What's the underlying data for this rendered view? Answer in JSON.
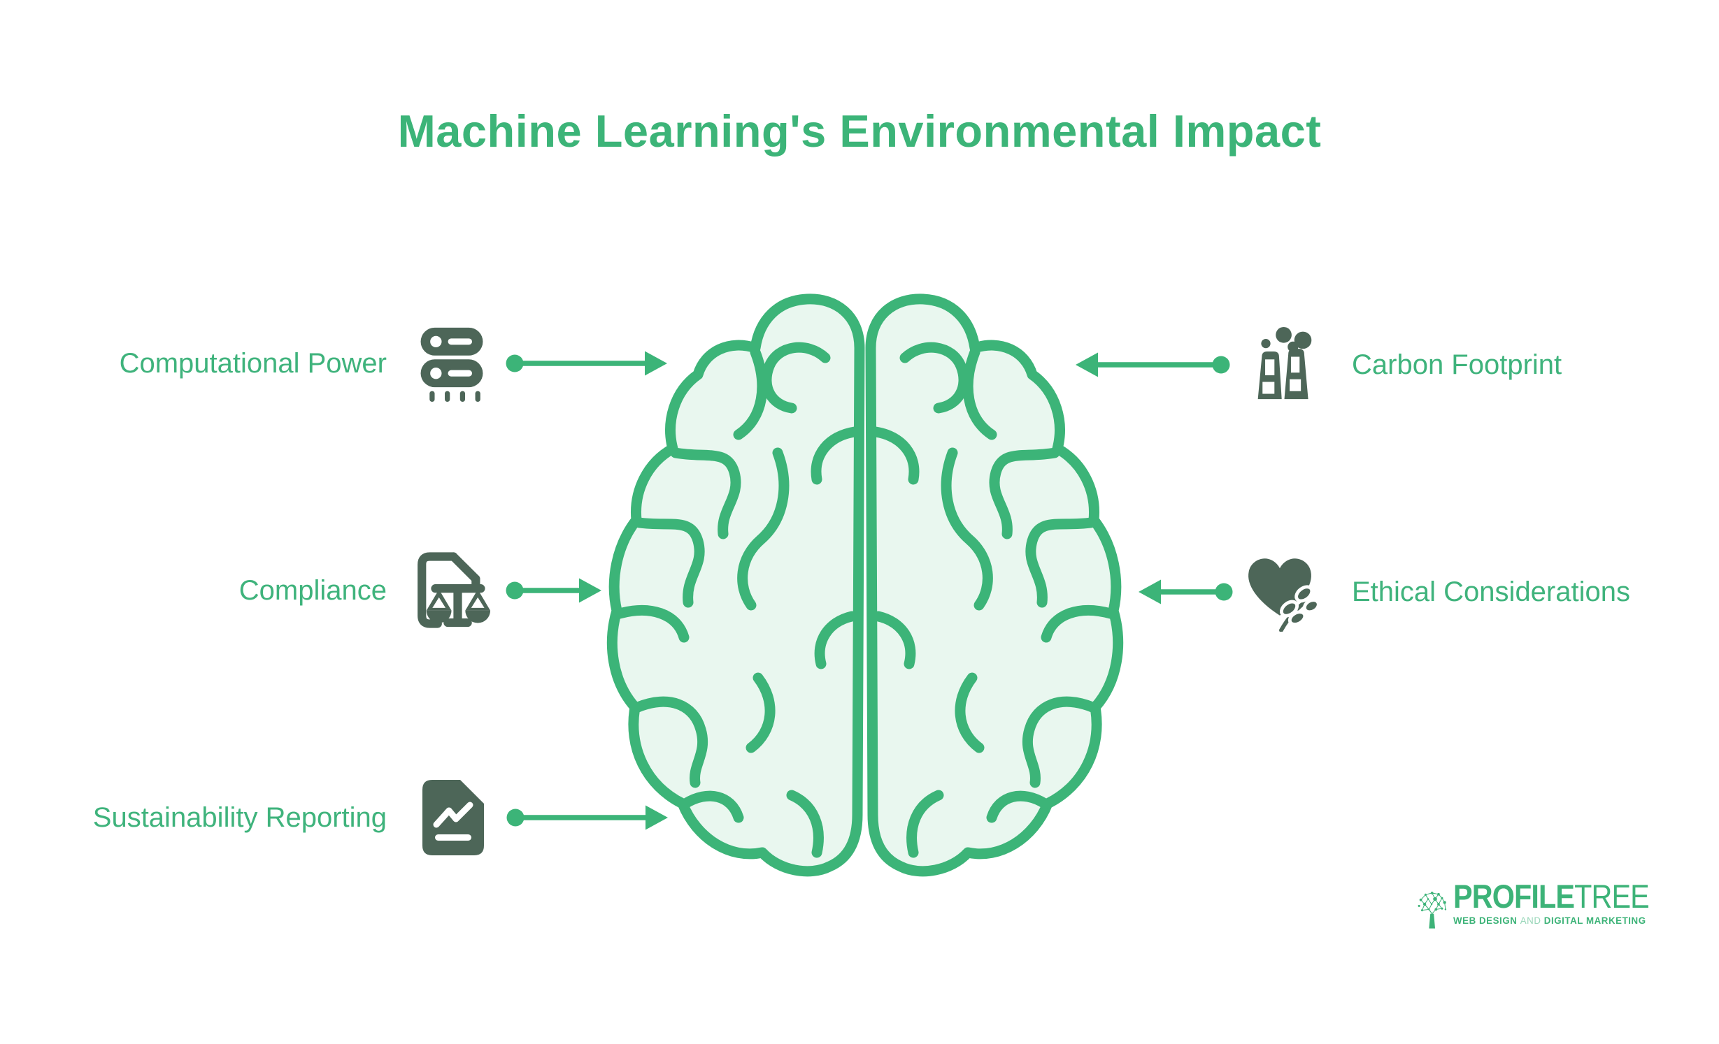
{
  "title": "Machine Learning's Environmental Impact",
  "colors": {
    "accent_green": "#3cb478",
    "label_green": "#3fb37c",
    "icon_dark_green": "#4d6658",
    "brain_fill": "#e9f7ef",
    "logo_green": "#3db378",
    "logo_and_green": "#97d6b8"
  },
  "center_illustration": "brain-top-view",
  "left_items": [
    {
      "label": "Computational Power",
      "icon": "server-icon"
    },
    {
      "label": "Compliance",
      "icon": "document-scales-icon"
    },
    {
      "label": "Sustainability Reporting",
      "icon": "report-chart-icon"
    }
  ],
  "right_items": [
    {
      "label": "Carbon Footprint",
      "icon": "factory-smoke-icon"
    },
    {
      "label": "Ethical Considerations",
      "icon": "heart-leaf-icon"
    }
  ],
  "logo": {
    "brand_bold": "PROFILE",
    "brand_light": "TREE",
    "tagline_web_design": "WEB DESIGN",
    "tagline_and": "AND",
    "tagline_digital_marketing": "DIGITAL MARKETING"
  }
}
